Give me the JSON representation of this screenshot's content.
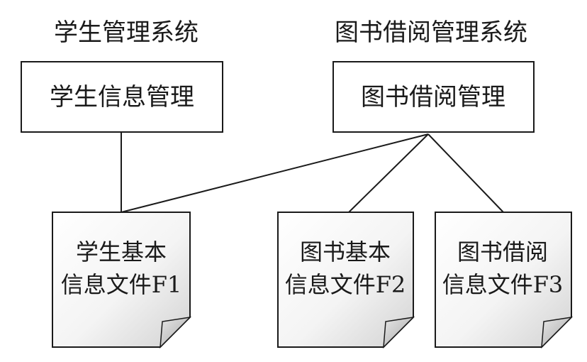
{
  "systems": {
    "student_title": "学生管理系统",
    "library_title": "图书借阅管理系统"
  },
  "modules": {
    "student_info": "学生信息管理",
    "book_borrow": "图书借阅管理"
  },
  "files": [
    {
      "line1": "学生基本",
      "line2": "信息文件F1"
    },
    {
      "line1": "图书基本",
      "line2": "信息文件F2"
    },
    {
      "line1": "图书借阅",
      "line2": "信息文件F3"
    }
  ]
}
